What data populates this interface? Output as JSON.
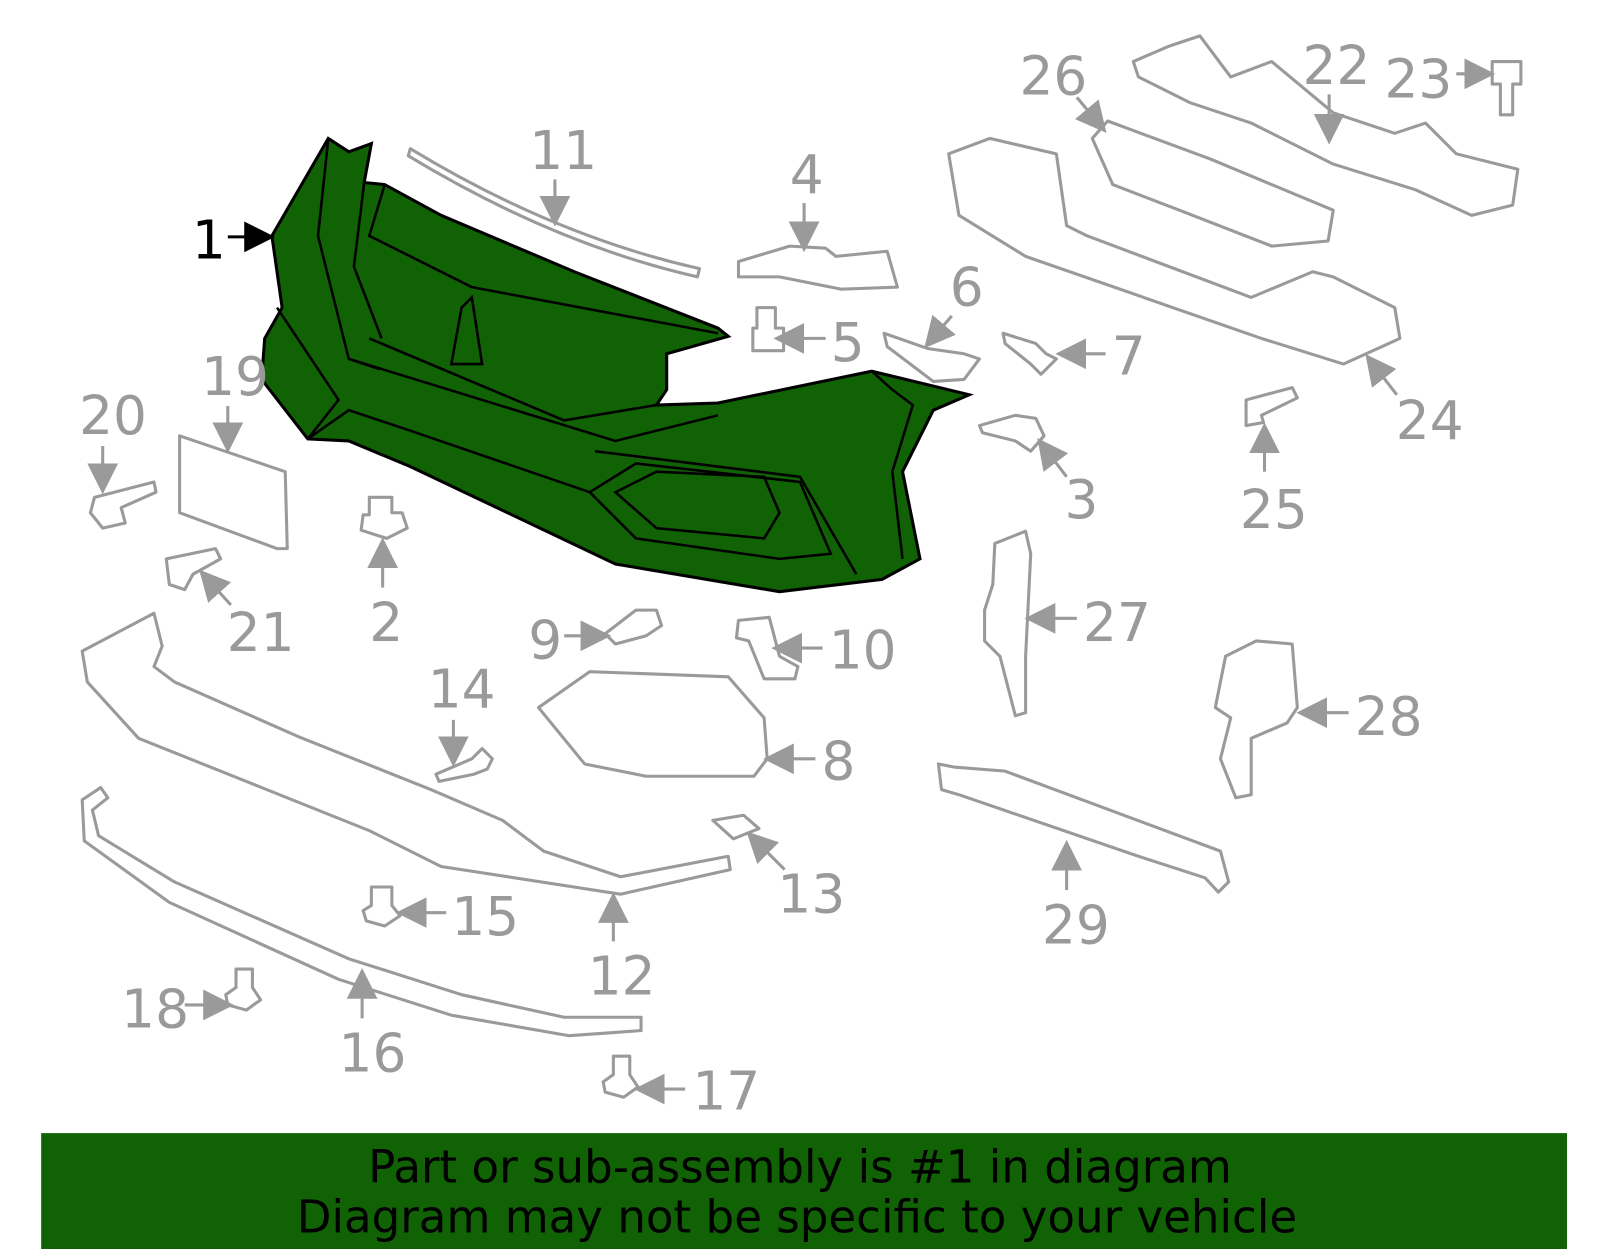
{
  "diagram": {
    "highlighted_part": "1",
    "highlight_color": "#116205",
    "part_outline_color": "#9a9a9a",
    "callouts": [
      "1",
      "2",
      "3",
      "4",
      "5",
      "6",
      "7",
      "8",
      "9",
      "10",
      "11",
      "12",
      "13",
      "14",
      "15",
      "16",
      "17",
      "18",
      "19",
      "20",
      "21",
      "22",
      "23",
      "24",
      "25",
      "26",
      "27",
      "28",
      "29"
    ]
  },
  "banner": {
    "line1": "Part or sub-assembly is #1 in diagram",
    "line2": "Diagram may not be specific to your vehicle",
    "background": "#116205"
  }
}
